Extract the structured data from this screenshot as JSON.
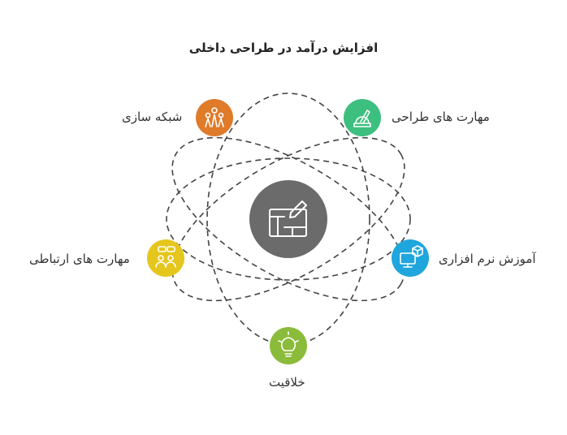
{
  "title": "افزایش درآمد در طراحی داخلی",
  "center": {
    "icon": "interior-design-sketch-icon",
    "color": "#6b6b6b"
  },
  "nodes": [
    {
      "key": "networking",
      "label": "شبکه سازی",
      "icon": "people-network-icon",
      "color": "#e07b2a"
    },
    {
      "key": "design-skills",
      "label": "مهارت های طراحی",
      "icon": "pencil-drafting-icon",
      "color": "#3dbf7f"
    },
    {
      "key": "software",
      "label": "آموزش نرم افزاری",
      "icon": "monitor-cube-icon",
      "color": "#1fa6dc"
    },
    {
      "key": "creativity",
      "label": "خلاقیت",
      "icon": "lightbulb-icon",
      "color": "#8bbb3a"
    },
    {
      "key": "communication",
      "label": "مهارت های ارتباطی",
      "icon": "chat-people-icon",
      "color": "#e5c61c"
    }
  ]
}
